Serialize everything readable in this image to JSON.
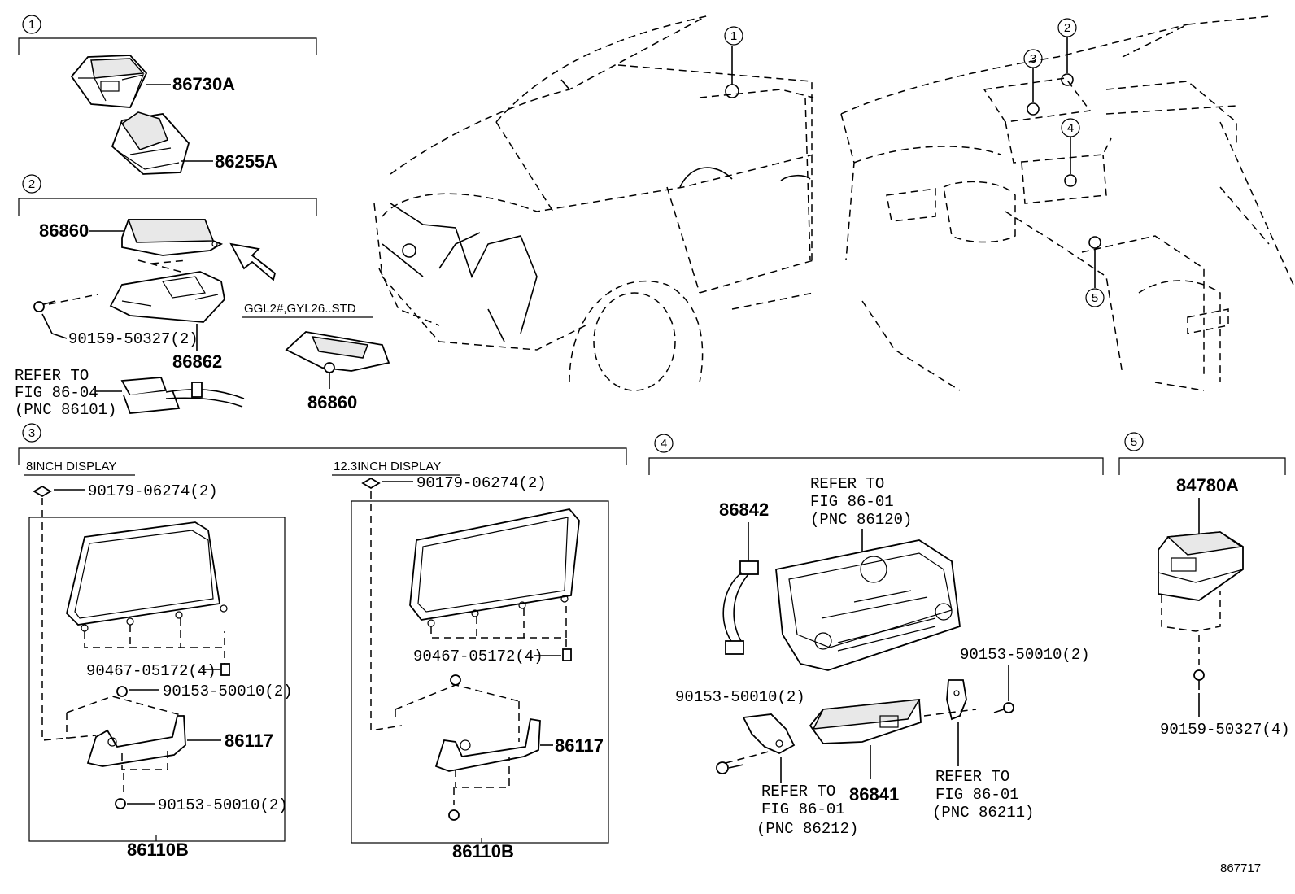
{
  "sections": {
    "s1": "1",
    "s2": "2",
    "s3": "3",
    "s4": "4",
    "s5": "5"
  },
  "vehicle": {
    "car_callout": "1",
    "dash_callouts": [
      "2",
      "3",
      "4",
      "5"
    ]
  },
  "group1": {
    "p1": "86730A",
    "p2": "86255A"
  },
  "group2": {
    "module": "86860",
    "bracket": "86862",
    "bolt": "90159-50327(2)",
    "variant_note": "GGL2#,GYL26..STD",
    "alt_module": "86860",
    "refer_line1": "REFER TO",
    "refer_line2": "FIG 86-04",
    "refer_line3": "(PNC 86101)"
  },
  "group3": {
    "left_title": "8INCH DISPLAY",
    "right_title": "12.3INCH DISPLAY",
    "left": {
      "clip": "90179-06274(2)",
      "nut": "90467-05172(4)",
      "screw_upper": "90153-50010(2)",
      "bracket": "86117",
      "screw_lower": "90153-50010(2)",
      "assembly": "86110B"
    },
    "right": {
      "clip": "90179-06274(2)",
      "nut": "90467-05172(4)",
      "bracket": "86117",
      "assembly": "86110B"
    }
  },
  "group4": {
    "harness": "86842",
    "refer_top_1": "REFER TO",
    "refer_top_2": "FIG 86-01",
    "refer_top_3": "(PNC 86120)",
    "screw_right": "90153-50010(2)",
    "screw_left": "90153-50010(2)",
    "unit": "86841",
    "refer_bl_1": "REFER TO",
    "refer_bl_2": "FIG 86-01",
    "refer_bl_3": "(PNC 86212)",
    "refer_br_1": "REFER TO",
    "refer_br_2": "FIG 86-01",
    "refer_br_3": "(PNC 86211)"
  },
  "group5": {
    "unit": "84780A",
    "bolt": "90159-50327(4)"
  },
  "figure_id": "867717"
}
